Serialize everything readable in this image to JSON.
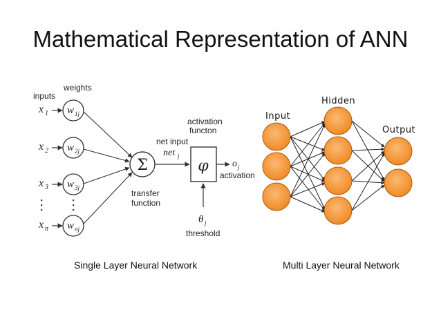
{
  "slide": {
    "title": "Mathematical Representation of ANN",
    "caption_left": "Single Layer Neural Network",
    "caption_right": "Multi Layer Neural Network"
  },
  "single_layer": {
    "label_inputs": "inputs",
    "label_weights": "weights",
    "inputs": [
      "x",
      "x",
      "x",
      "x"
    ],
    "input_subscripts": [
      "1",
      "2",
      "3",
      "n"
    ],
    "weights": [
      "w",
      "w",
      "w",
      "w"
    ],
    "weight_subscripts": [
      "1j",
      "2j",
      "3j",
      "nj"
    ],
    "sum_symbol": "Σ",
    "transfer_label_1": "transfer",
    "transfer_label_2": "function",
    "net_input_label": "net input",
    "net_symbol": "net",
    "net_subscript": "j",
    "activation_label_1": "activation",
    "activation_label_2": "functon",
    "phi_symbol": "φ",
    "output_symbol": "o",
    "output_subscript": "j",
    "output_label": "activation",
    "threshold_symbol": "θ",
    "threshold_subscript": "j",
    "threshold_label": "threshold",
    "colors": {
      "node_fill": "#ffffff",
      "stroke": "#333333"
    }
  },
  "multi_layer": {
    "label_input": "Input",
    "label_hidden": "Hidden",
    "label_output": "Output",
    "layers": {
      "input": 3,
      "hidden": 4,
      "output": 2
    },
    "colors": {
      "neuron_fill": "#f08a24",
      "neuron_center": "#fbb973",
      "neuron_stroke": "#a95a10",
      "edge": "#222222"
    }
  }
}
